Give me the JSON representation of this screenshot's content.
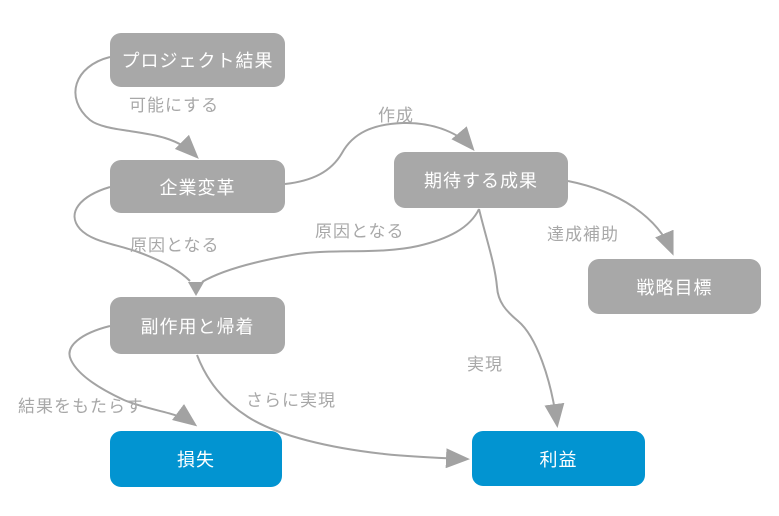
{
  "diagram": {
    "nodes": [
      {
        "id": "project-outputs",
        "label": "プロジェクト結果",
        "color": "gray"
      },
      {
        "id": "business-change",
        "label": "企業変革",
        "color": "gray"
      },
      {
        "id": "expected-outcomes",
        "label": "期待する成果",
        "color": "gray"
      },
      {
        "id": "strategic-goals",
        "label": "戦略目標",
        "color": "gray"
      },
      {
        "id": "side-effects",
        "label": "副作用と帰着",
        "color": "gray"
      },
      {
        "id": "loss",
        "label": "損失",
        "color": "blue"
      },
      {
        "id": "benefit",
        "label": "利益",
        "color": "blue"
      }
    ],
    "edges": [
      {
        "from": "project-outputs",
        "to": "business-change",
        "label": "可能にする"
      },
      {
        "from": "business-change",
        "to": "expected-outcomes",
        "label": "作成"
      },
      {
        "from": "business-change",
        "to": "side-effects",
        "label": "原因となる"
      },
      {
        "from": "expected-outcomes",
        "to": "side-effects",
        "label": "原因となる"
      },
      {
        "from": "expected-outcomes",
        "to": "strategic-goals",
        "label": "達成補助"
      },
      {
        "from": "expected-outcomes",
        "to": "benefit",
        "label": "実現"
      },
      {
        "from": "side-effects",
        "to": "loss",
        "label": "結果をもたらす"
      },
      {
        "from": "side-effects",
        "to": "benefit",
        "label": "さらに実現"
      }
    ],
    "colors": {
      "node_gray": "#a8a8a8",
      "node_blue": "#0294d1",
      "edge_stroke": "#a3a3a3",
      "label_text": "#a8a8a8",
      "node_text": "#ffffff"
    }
  }
}
